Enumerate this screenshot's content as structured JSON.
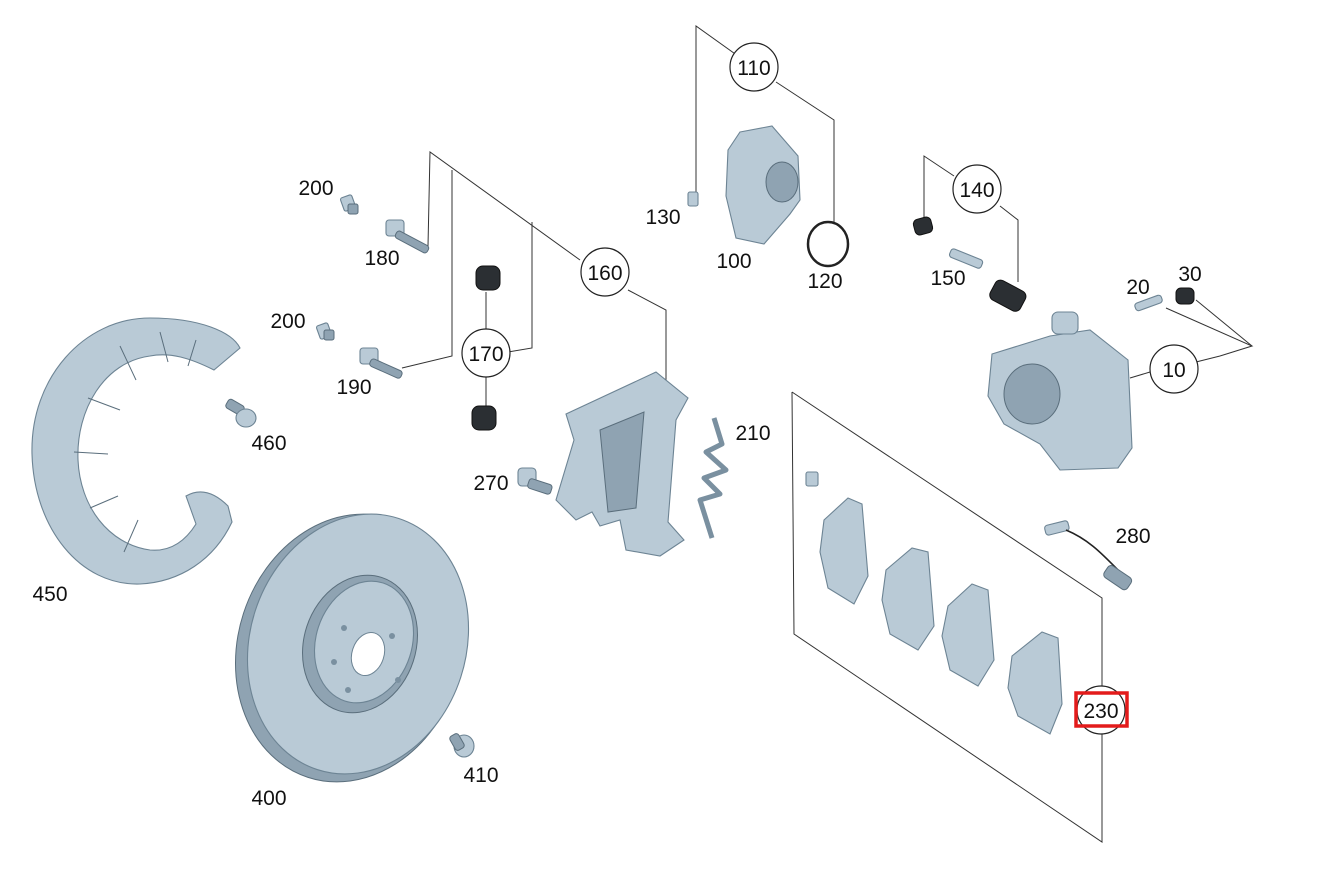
{
  "labels": {
    "p10": "10",
    "p20": "20",
    "p30": "30",
    "p100": "100",
    "p110": "110",
    "p120": "120",
    "p130": "130",
    "p140": "140",
    "p150": "150",
    "p160": "160",
    "p170": "170",
    "p180": "180",
    "p190": "190",
    "p200a": "200",
    "p200b": "200",
    "p210": "210",
    "p230": "230",
    "p270": "270",
    "p280": "280",
    "p400": "400",
    "p410": "410",
    "p450": "450",
    "p460": "460"
  },
  "highlight": {
    "part": "230",
    "color": "#e31b1b"
  },
  "colors": {
    "part_fill": "#b9cad6",
    "part_stroke": "#6d8494",
    "line": "#333333"
  }
}
